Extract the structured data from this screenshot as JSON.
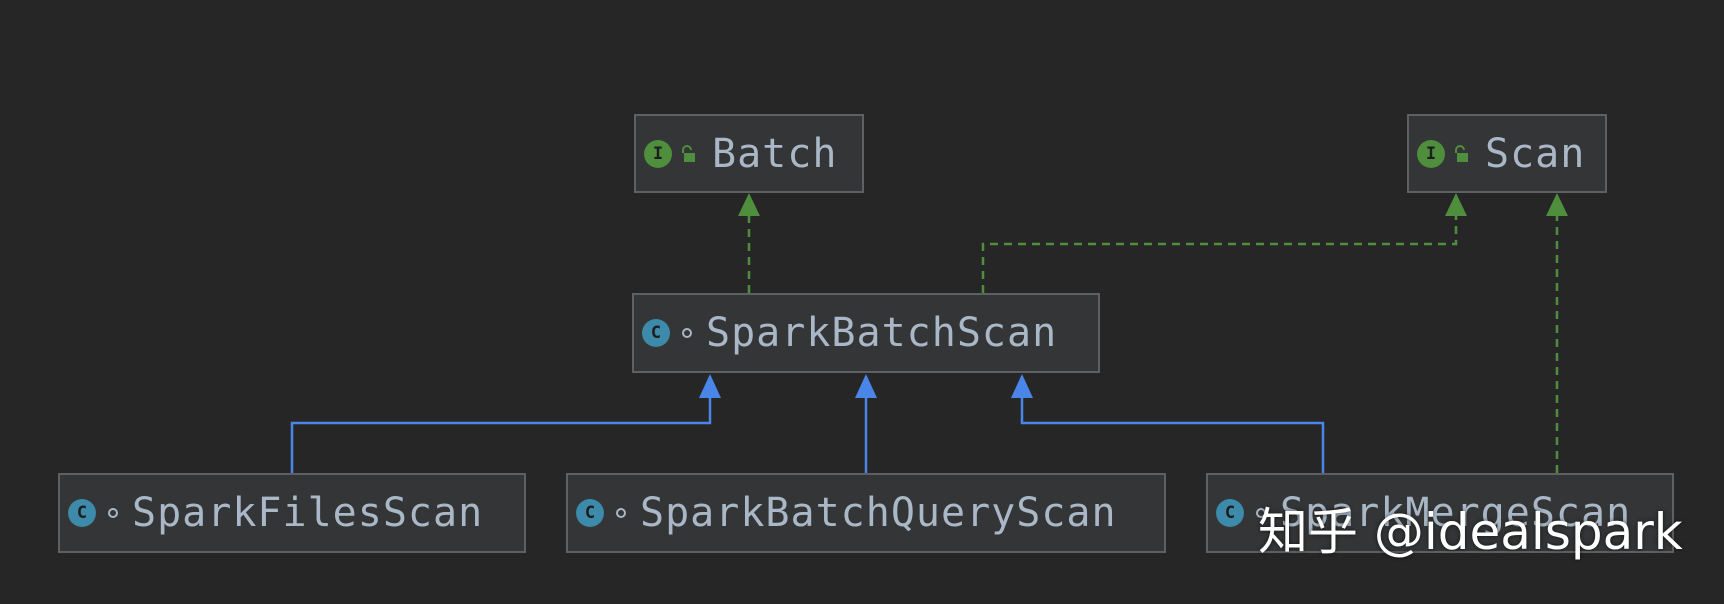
{
  "diagram": {
    "nodes": {
      "batch": {
        "label": "Batch",
        "kind": "interface",
        "badge": "I",
        "modifier": "open-lock-icon"
      },
      "scan": {
        "label": "Scan",
        "kind": "interface",
        "badge": "I",
        "modifier": "open-lock-icon"
      },
      "spark_batch_scan": {
        "label": "SparkBatchScan",
        "kind": "class",
        "badge": "C",
        "modifier": "package-private-dot-icon"
      },
      "spark_files_scan": {
        "label": "SparkFilesScan",
        "kind": "class",
        "badge": "C",
        "modifier": "package-private-dot-icon"
      },
      "spark_batch_query_scan": {
        "label": "SparkBatchQueryScan",
        "kind": "class",
        "badge": "C",
        "modifier": "package-private-dot-icon"
      },
      "spark_merge_scan": {
        "label": "SparkMergeScan",
        "kind": "class",
        "badge": "C",
        "modifier": "package-private-dot-icon"
      }
    },
    "edges": [
      {
        "from": "spark_batch_scan",
        "to": "batch",
        "type": "implements"
      },
      {
        "from": "spark_batch_scan",
        "to": "scan",
        "type": "implements"
      },
      {
        "from": "spark_merge_scan",
        "to": "scan",
        "type": "implements"
      },
      {
        "from": "spark_files_scan",
        "to": "spark_batch_scan",
        "type": "extends"
      },
      {
        "from": "spark_batch_query_scan",
        "to": "spark_batch_scan",
        "type": "extends"
      },
      {
        "from": "spark_merge_scan",
        "to": "spark_batch_scan",
        "type": "extends"
      }
    ],
    "colors": {
      "background": "#262626",
      "node_fill": "#333536",
      "node_border": "#5e6163",
      "label": "#a9b7c6",
      "interface_badge": "#4e8e3c",
      "class_badge": "#3d8aaa",
      "implements_edge": "#4e8e3c",
      "extends_edge": "#4a86e8"
    }
  },
  "watermark": "知乎 @idealspark"
}
